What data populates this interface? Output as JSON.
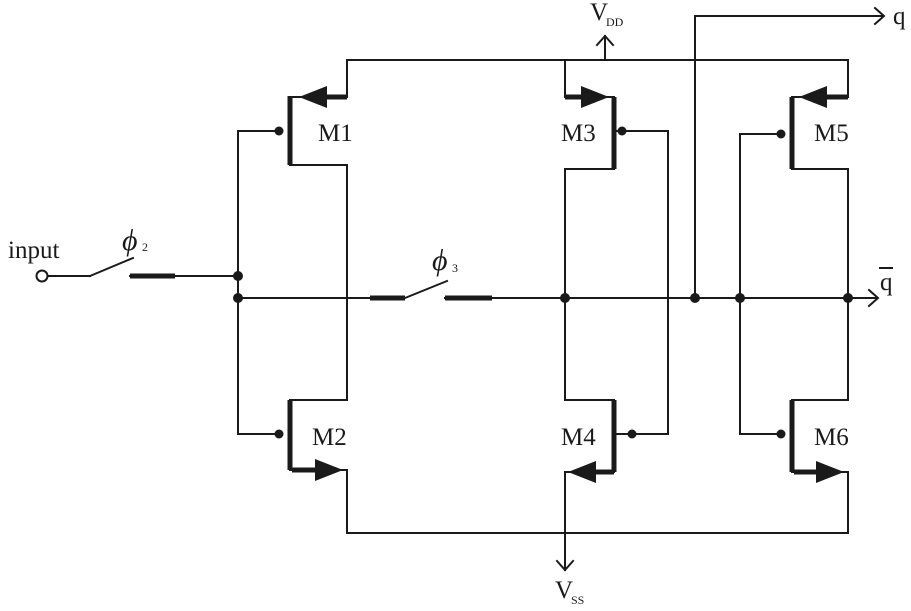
{
  "labels": {
    "input": "input",
    "vdd_main": "V",
    "vdd_sub": "DD",
    "vss_main": "V",
    "vss_sub": "SS",
    "q": "q",
    "qbar": "q",
    "phi2_symbol": "ϕ",
    "phi2_sub": "2",
    "phi3_symbol": "ϕ",
    "phi3_sub": "3",
    "m1": "M1",
    "m2": "M2",
    "m3": "M3",
    "m4": "M4",
    "m5": "M5",
    "m6": "M6"
  }
}
